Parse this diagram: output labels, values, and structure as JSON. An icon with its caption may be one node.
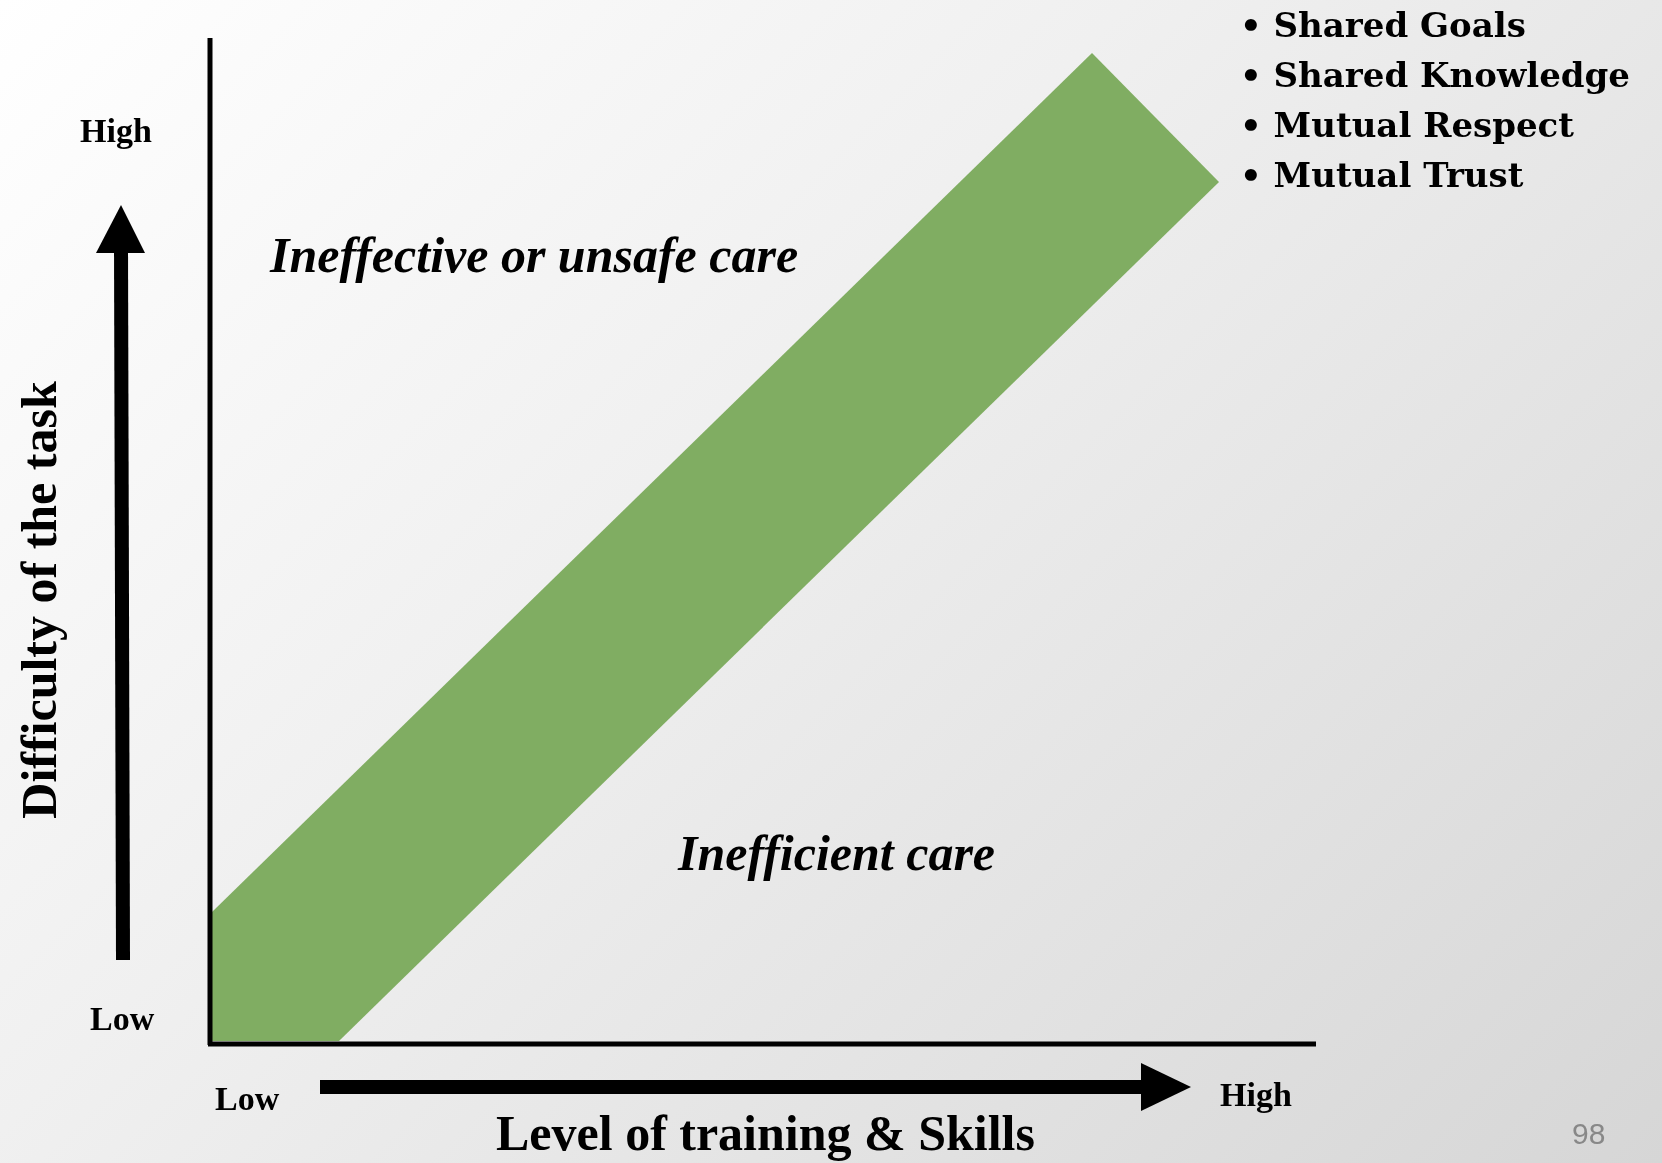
{
  "diagram": {
    "labels": [
      "• Shared Goals",
      "• Shared Knowledge",
      "• Mutual Respect",
      "• Mutual Trust",
      "High",
      "Ineffective or unsafe care",
      "Difficulty of the task",
      "Inefficient care",
      "Low",
      "Low",
      "High",
      "Level of training & Skills",
      "98"
    ]
  }
}
